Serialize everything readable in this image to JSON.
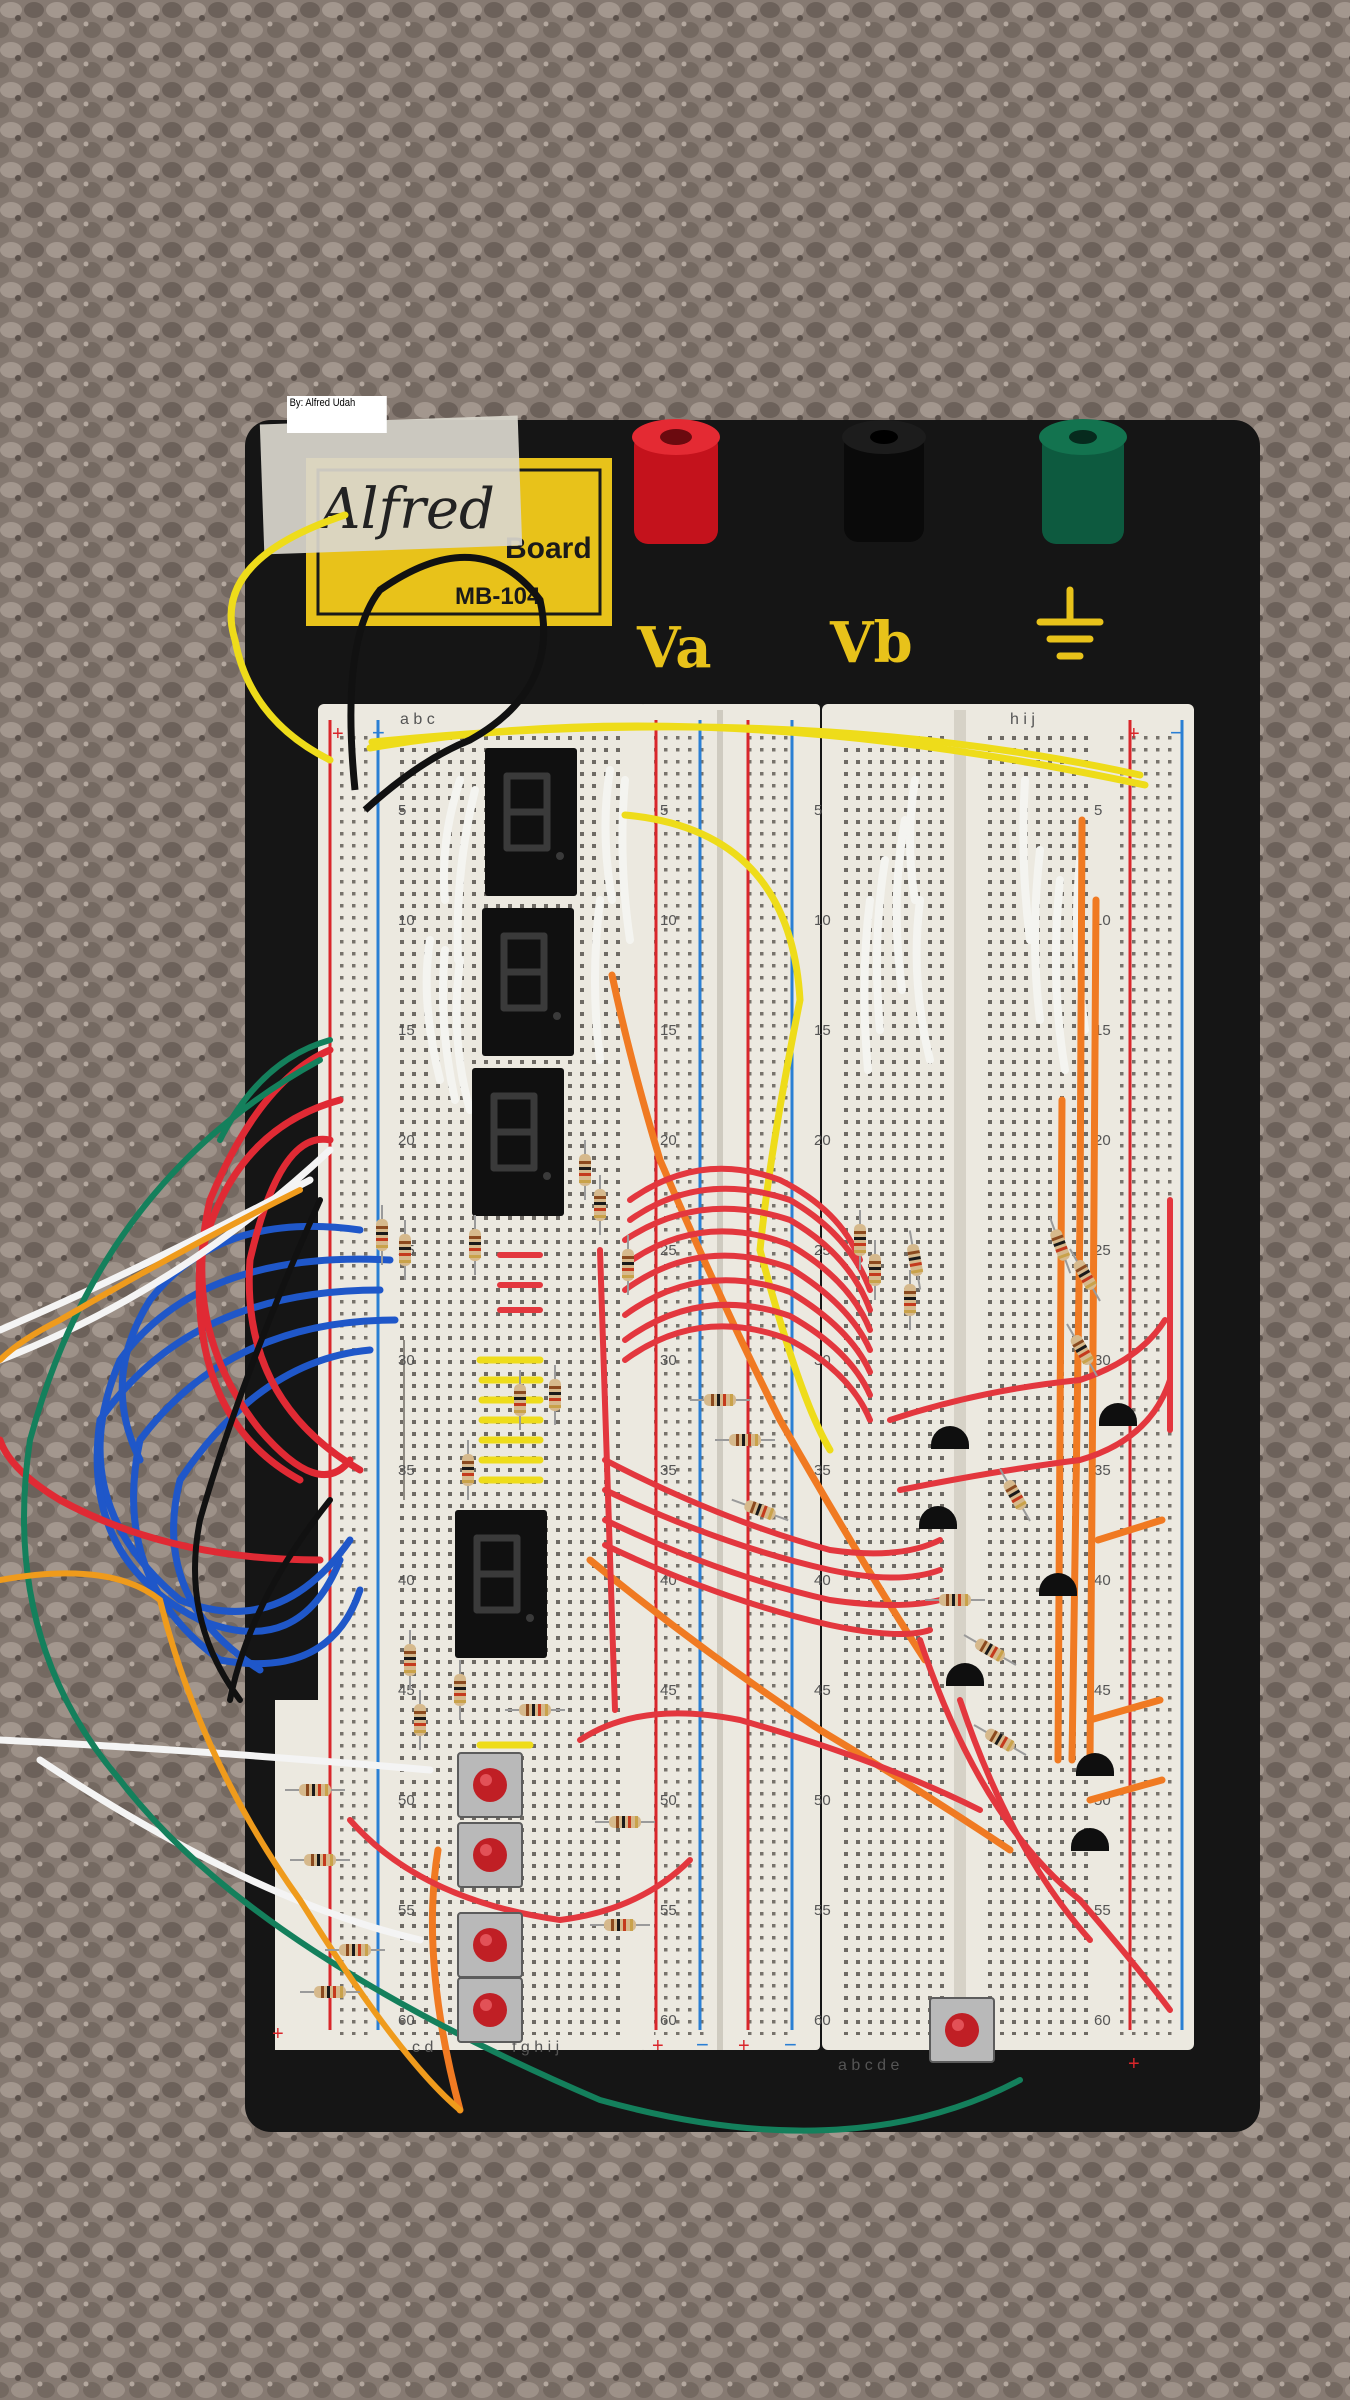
{
  "caption": "By: Alfred Udah",
  "board": {
    "label_board": "Board",
    "label_model": "MB-104",
    "terminal_a": "Va",
    "terminal_b": "Vb",
    "tape_note": "Alfred",
    "plus_sign": "+",
    "minus_sign": "−",
    "row_numbers": [
      "5",
      "10",
      "15",
      "20",
      "25",
      "30",
      "35",
      "40",
      "45",
      "50",
      "55",
      "60"
    ],
    "column_letters_left": "a b c",
    "column_letters_bottom_left": "c d",
    "column_letters_bottom_mid": "f g h i j",
    "column_letters_bottom_right": "a b c d e",
    "column_letters_top_right": "h i j"
  },
  "colors": {
    "carpet": "#8c8078",
    "board_base": "#141414",
    "breadboard": "#ece9e0",
    "label_yellow": "#e8c21a",
    "rail_red": "#d9262b",
    "rail_blue": "#2a7fd4"
  }
}
